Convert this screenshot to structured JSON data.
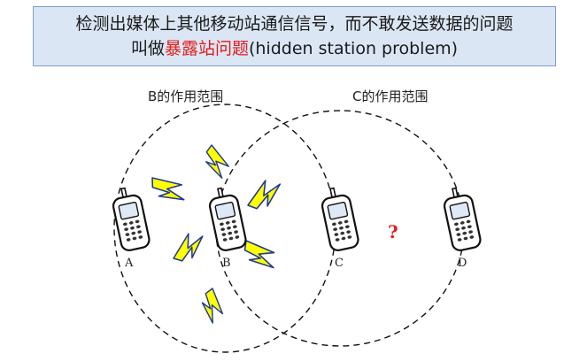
{
  "title": {
    "line1": "检测出媒体上其他移动站通信信号，而不敢发送数据的问题",
    "line2_prefix": "叫做",
    "line2_highlight": "暴露站问题",
    "line2_suffix": "(hidden station problem)"
  },
  "colors": {
    "title_bg": "#dbe6f4",
    "title_border": "#7da0cc",
    "highlight": "#e21b1b",
    "question": "#e21b1b",
    "bolt_fill": "#ffff00",
    "bolt_stroke": "#1f3a93"
  },
  "ranges": {
    "b_label": "B的作用范围",
    "c_label": "C的作用范围"
  },
  "nodes": {
    "a": "A",
    "b": "B",
    "c": "C",
    "d": "D"
  },
  "question_mark": "?",
  "icons": [
    "mobile-phone-icon",
    "lightning-bolt-icon"
  ]
}
